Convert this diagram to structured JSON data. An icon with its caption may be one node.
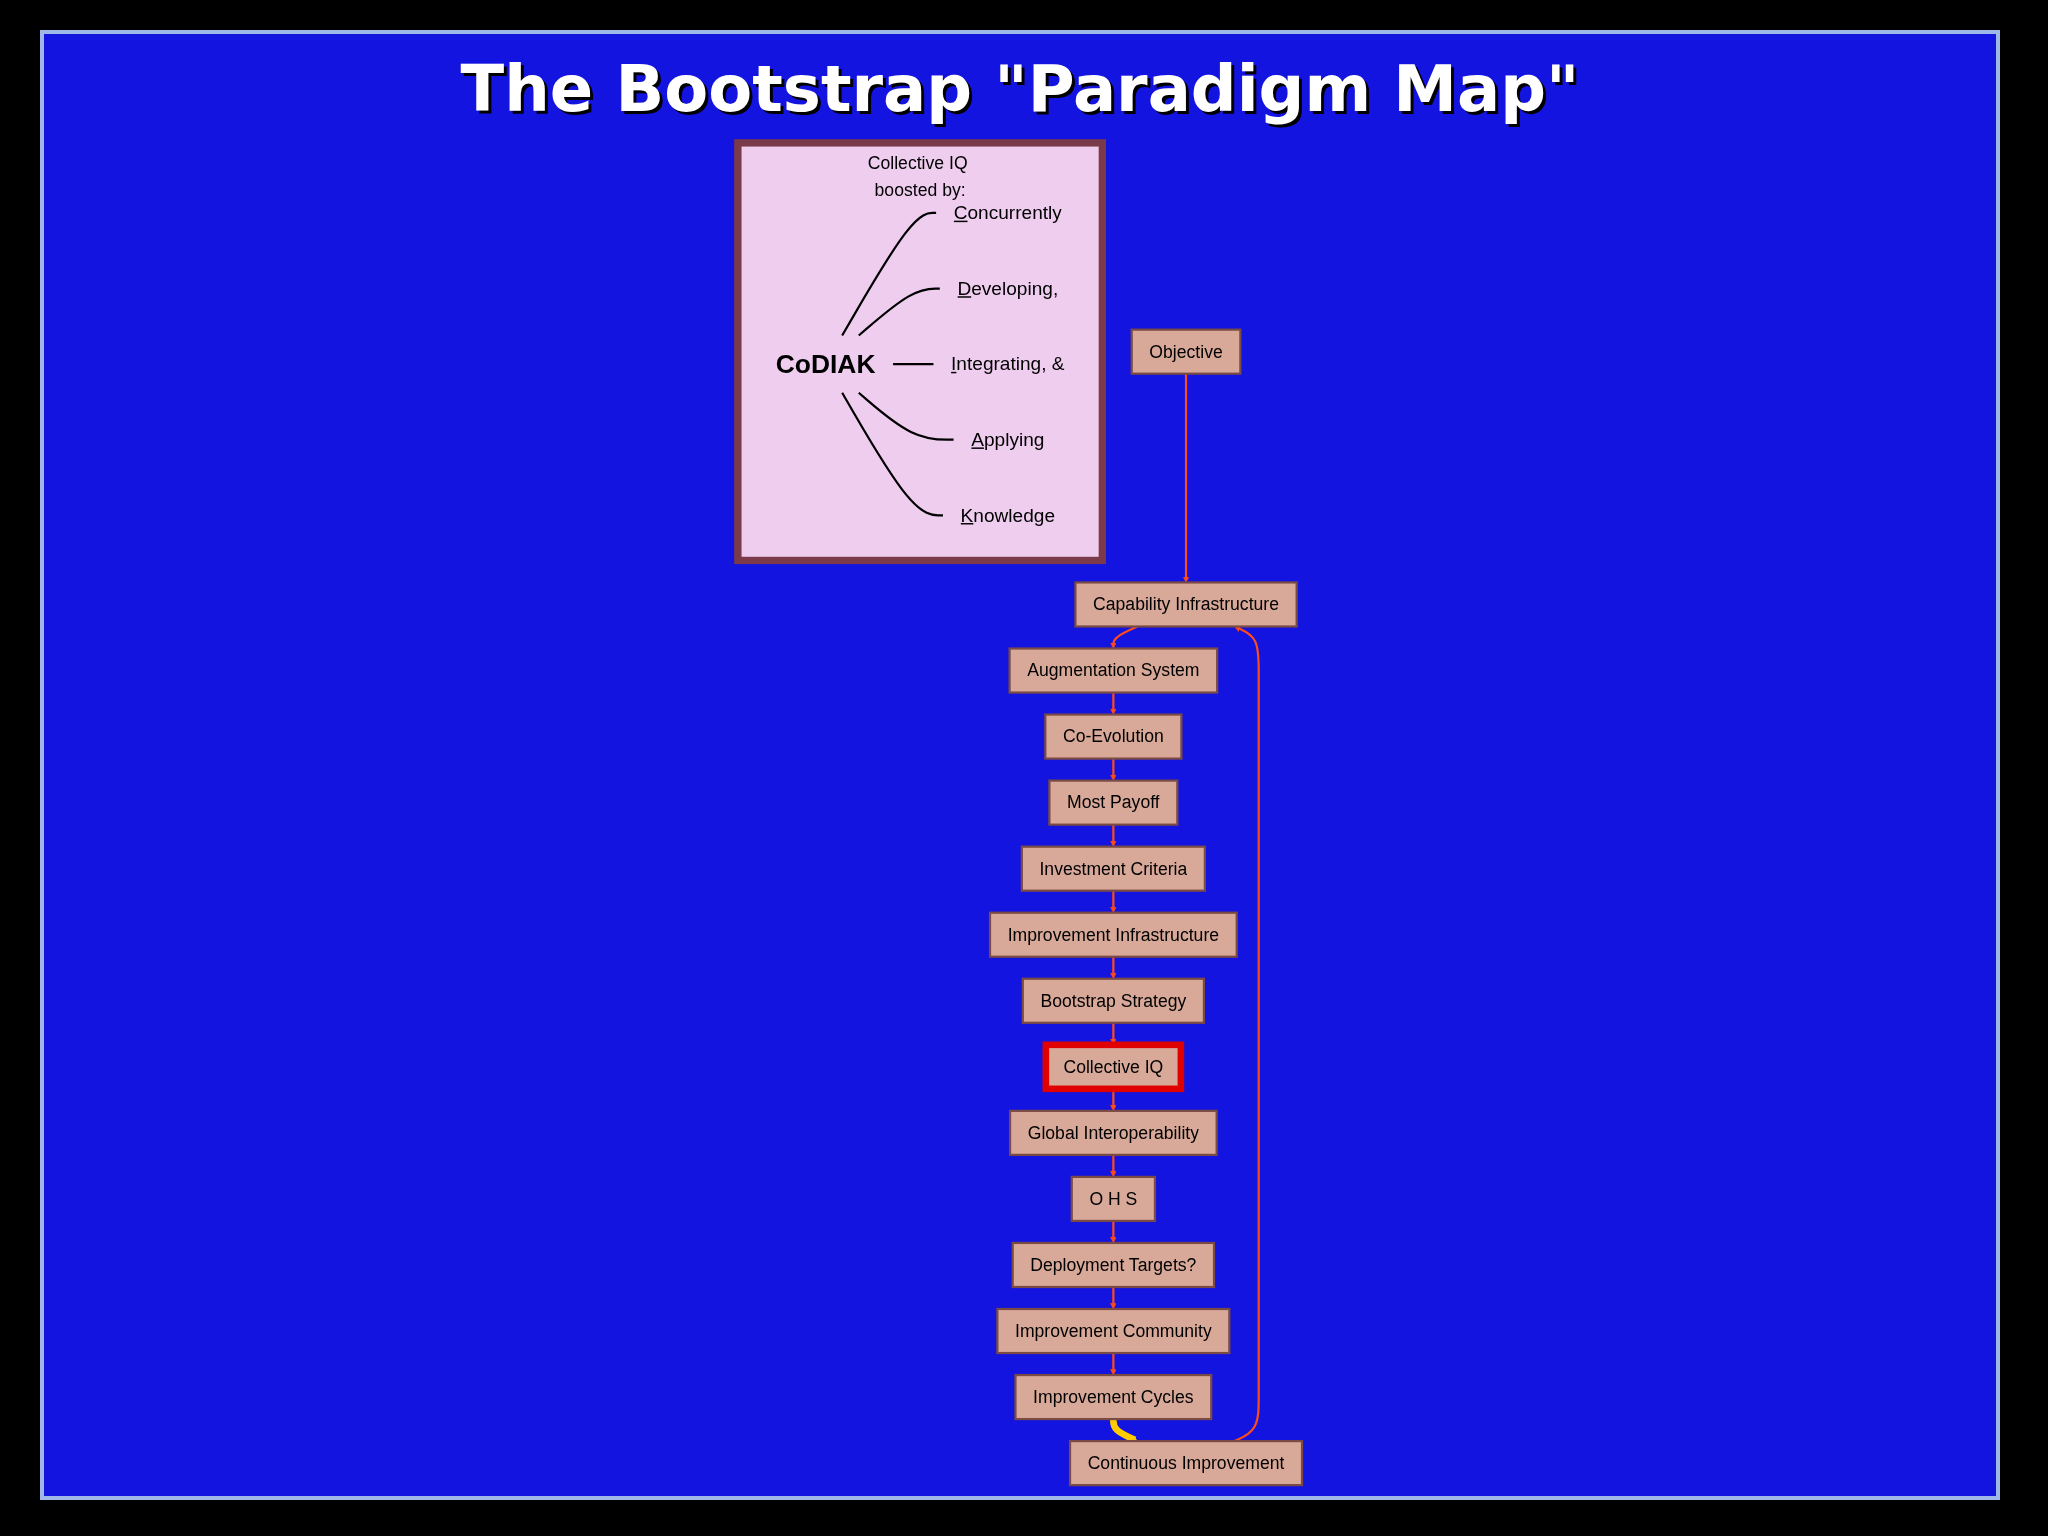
{
  "diagram": {
    "title": "The Bootstrap \"Paradigm Map\"",
    "nodes": [
      {
        "text": [
          "Objective"
        ]
      },
      {
        "text": [
          "Capability Infrastructure"
        ]
      },
      {
        "text": [
          "Augmentation System"
        ]
      },
      {
        "text": [
          "Co-Evolution"
        ]
      },
      {
        "text": [
          "Most Payoff"
        ]
      },
      {
        "text": [
          "Investment Criteria"
        ]
      },
      {
        "text": [
          "Improvement Infrastructure"
        ]
      },
      {
        "text": [
          "Bootstrap Strategy"
        ]
      },
      {
        "text": [
          "Collective IQ"
        ]
      },
      {
        "text": [
          "Global Interoperability"
        ]
      },
      {
        "text": [
          "O H S"
        ]
      },
      {
        "text": [
          "Deployment Targets?"
        ]
      },
      {
        "text": [
          "Improvement Community"
        ]
      },
      {
        "text": [
          "Improvement Cycles"
        ]
      },
      {
        "text": [
          "Continuous Improvement"
        ]
      },
      {
        "text": [
          "Collective IQ boosted by:"
        ]
      },
      {
        "text": [
          "CoDIAK"
        ],
        "in": 15
      },
      {
        "text": [
          "Concurrently"
        ],
        "in": 15
      },
      {
        "text": [
          "Developing,"
        ],
        "in": 15
      },
      {
        "text": [
          "Integrating, &"
        ],
        "in": 15
      },
      {
        "text": [
          "Applying"
        ],
        "in": 15
      },
      {
        "text": [
          "Knowledge"
        ],
        "in": 15
      }
    ],
    "edges": [
      {
        "from": 0,
        "to": 1,
        "arrow": "to"
      },
      {
        "from": 1,
        "to": 2,
        "arrow": "to"
      },
      {
        "from": 2,
        "to": 3,
        "arrow": "to"
      },
      {
        "from": 3,
        "to": 4,
        "arrow": "to"
      },
      {
        "from": 4,
        "to": 5,
        "arrow": "to"
      },
      {
        "from": 5,
        "to": 6,
        "arrow": "to"
      },
      {
        "from": 6,
        "to": 7,
        "arrow": "to"
      },
      {
        "from": 7,
        "to": 8,
        "arrow": "to"
      },
      {
        "from": 8,
        "to": 9,
        "arrow": "to"
      },
      {
        "from": 9,
        "to": 10,
        "arrow": "to"
      },
      {
        "from": 10,
        "to": 11,
        "arrow": "to"
      },
      {
        "from": 11,
        "to": 12,
        "arrow": "to"
      },
      {
        "from": 12,
        "to": 13,
        "arrow": "to"
      },
      {
        "from": 13,
        "to": 14,
        "arrow": "to",
        "style": "thick",
        "color": "#ffcc00"
      },
      {
        "from": 14,
        "to": 1,
        "arrow": "to"
      },
      {
        "from": 16,
        "to": 17,
        "arrow": "none",
        "color": "#000000"
      },
      {
        "from": 16,
        "to": 18,
        "arrow": "none",
        "color": "#000000"
      },
      {
        "from": 16,
        "to": 19,
        "arrow": "none",
        "color": "#000000"
      },
      {
        "from": 16,
        "to": 20,
        "arrow": "none",
        "color": "#000000"
      },
      {
        "from": 16,
        "to": 21,
        "arrow": "none",
        "color": "#000000"
      }
    ]
  }
}
